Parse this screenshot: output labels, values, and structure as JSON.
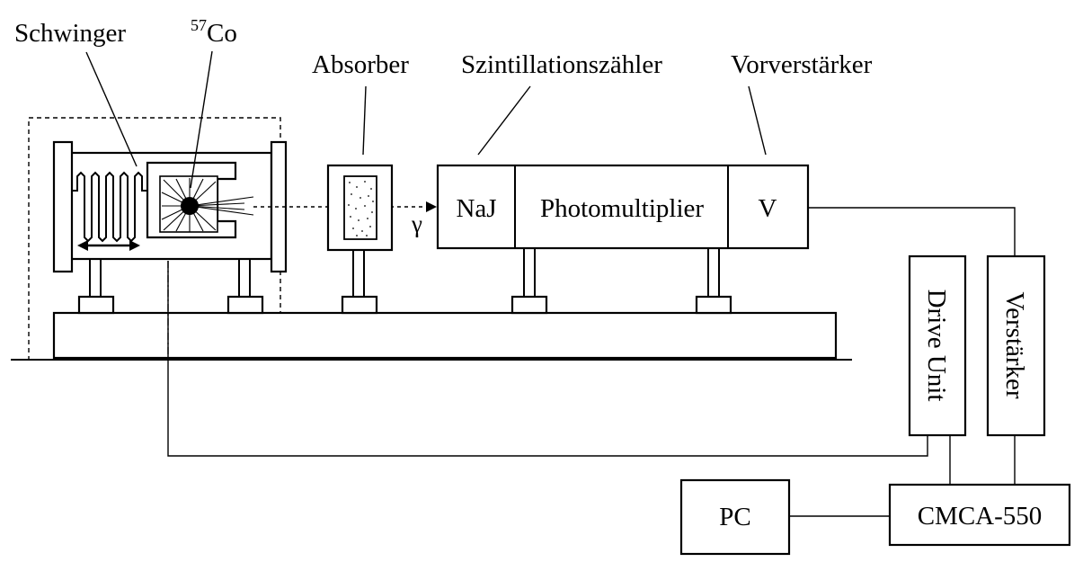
{
  "labels": {
    "schwinger": "Schwinger",
    "source_mass": "57",
    "source_element": "Co",
    "absorber": "Absorber",
    "scintillation_counter": "Szintillationszähler",
    "preamplifier": "Vorverstärker",
    "gamma": "γ"
  },
  "detector": {
    "naj": "NaJ",
    "photomultiplier": "Photomultiplier",
    "v": "V"
  },
  "electronics": {
    "drive_unit": "Drive Unit",
    "amplifier": "Verstärker",
    "cmca": "CMCA-550",
    "pc": "PC"
  }
}
